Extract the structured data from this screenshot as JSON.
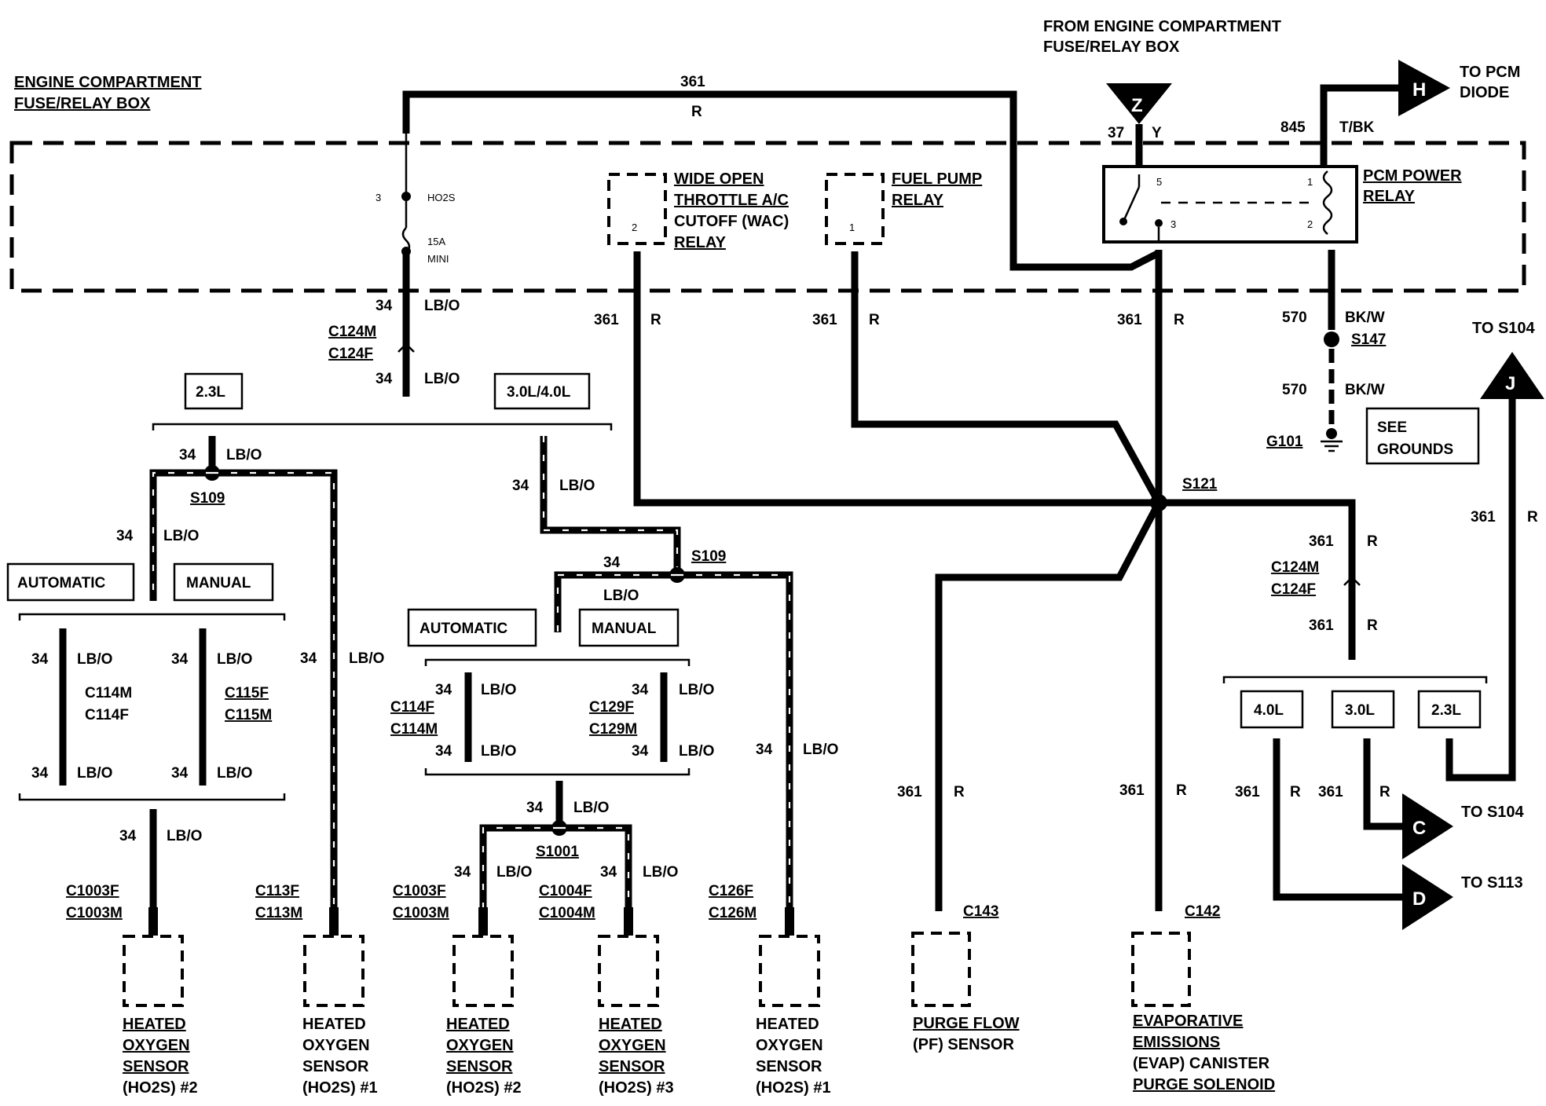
{
  "top": {
    "fuse_box_title": [
      "ENGINE COMPARTMENT",
      "FUSE/RELAY BOX"
    ],
    "from_fuse_box": [
      "FROM ENGINE COMPARTMENT",
      "FUSE/RELAY BOX"
    ],
    "to_pcm_diode": [
      "TO PCM",
      "DIODE"
    ],
    "top_circuit": "361",
    "top_color": "R"
  },
  "fuse": {
    "pin": "3",
    "name": "HO2S",
    "rating": [
      "15A",
      "MINI"
    ]
  },
  "terminal_z": {
    "letter": "Z",
    "circuit": "37",
    "color": "Y"
  },
  "terminal_h": {
    "letter": "H",
    "circuit": "845",
    "color": "T/BK"
  },
  "relays": {
    "wac": {
      "lines": [
        "WIDE OPEN",
        "THROTTLE A/C",
        "CUTOFF (WAC)",
        "RELAY"
      ],
      "pin": "2"
    },
    "fuel_pump": {
      "lines": [
        "FUEL PUMP",
        "RELAY"
      ],
      "pin": "1"
    },
    "pcm_power": {
      "lines": [
        "PCM POWER",
        "RELAY"
      ],
      "pins": [
        "5",
        "1",
        "3",
        "2"
      ]
    }
  },
  "wires": {
    "lbo_circuit": "34",
    "lbo_color": "LB/O",
    "r_circuit": "361",
    "r_color": "R",
    "ground_circuit": "570",
    "ground_color": "BK/W"
  },
  "connectors": {
    "c124": [
      "C124M",
      "C124F"
    ],
    "c124_right": [
      "C124M",
      "C124F"
    ],
    "c114_left": [
      "C114M",
      "C114F"
    ],
    "c115": [
      "C115F",
      "C115M"
    ],
    "c114_mid": [
      "C114F",
      "C114M"
    ],
    "c129": [
      "C129F",
      "C129M"
    ],
    "c1003_left": [
      "C1003F",
      "C1003M"
    ],
    "c113": [
      "C113F",
      "C113M"
    ],
    "c1003_mid": [
      "C1003F",
      "C1003M"
    ],
    "c1004": [
      "C1004F",
      "C1004M"
    ],
    "c126": [
      "C126F",
      "C126M"
    ],
    "c143": "C143",
    "c142": "C142"
  },
  "splices": {
    "s109_left": "S109",
    "s109_mid": "S109",
    "s1001": "S1001",
    "s121": "S121",
    "s147": "S147"
  },
  "ground": {
    "name": "G101",
    "see": [
      "SEE",
      "GROUNDS"
    ]
  },
  "engine_options": {
    "left": "2.3L",
    "mid": "3.0L/4.0L",
    "right": [
      "4.0L",
      "3.0L",
      "2.3L"
    ]
  },
  "transmissions": {
    "automatic": "AUTOMATIC",
    "manual": "MANUAL"
  },
  "offpage": {
    "j": {
      "letter": "J",
      "text": "TO S104"
    },
    "c": {
      "letter": "C",
      "text": "TO S104"
    },
    "d": {
      "letter": "D",
      "text": "TO S113"
    }
  },
  "components": {
    "ho2s_2_left": [
      "HEATED",
      "OXYGEN",
      "SENSOR",
      "(HO2S) #2"
    ],
    "ho2s_1_left": [
      "HEATED",
      "OXYGEN",
      "SENSOR",
      "(HO2S) #1"
    ],
    "ho2s_2_mid": [
      "HEATED",
      "OXYGEN",
      "SENSOR",
      "(HO2S) #2"
    ],
    "ho2s_3": [
      "HEATED",
      "OXYGEN",
      "SENSOR",
      "(HO2S) #3"
    ],
    "ho2s_1_right": [
      "HEATED",
      "OXYGEN",
      "SENSOR",
      "(HO2S) #1"
    ],
    "pf_sensor": [
      "PURGE FLOW",
      "(PF) SENSOR"
    ],
    "evap": [
      "EVAPORATIVE",
      "EMISSIONS",
      "(EVAP) CANISTER",
      "PURGE SOLENOID"
    ]
  }
}
